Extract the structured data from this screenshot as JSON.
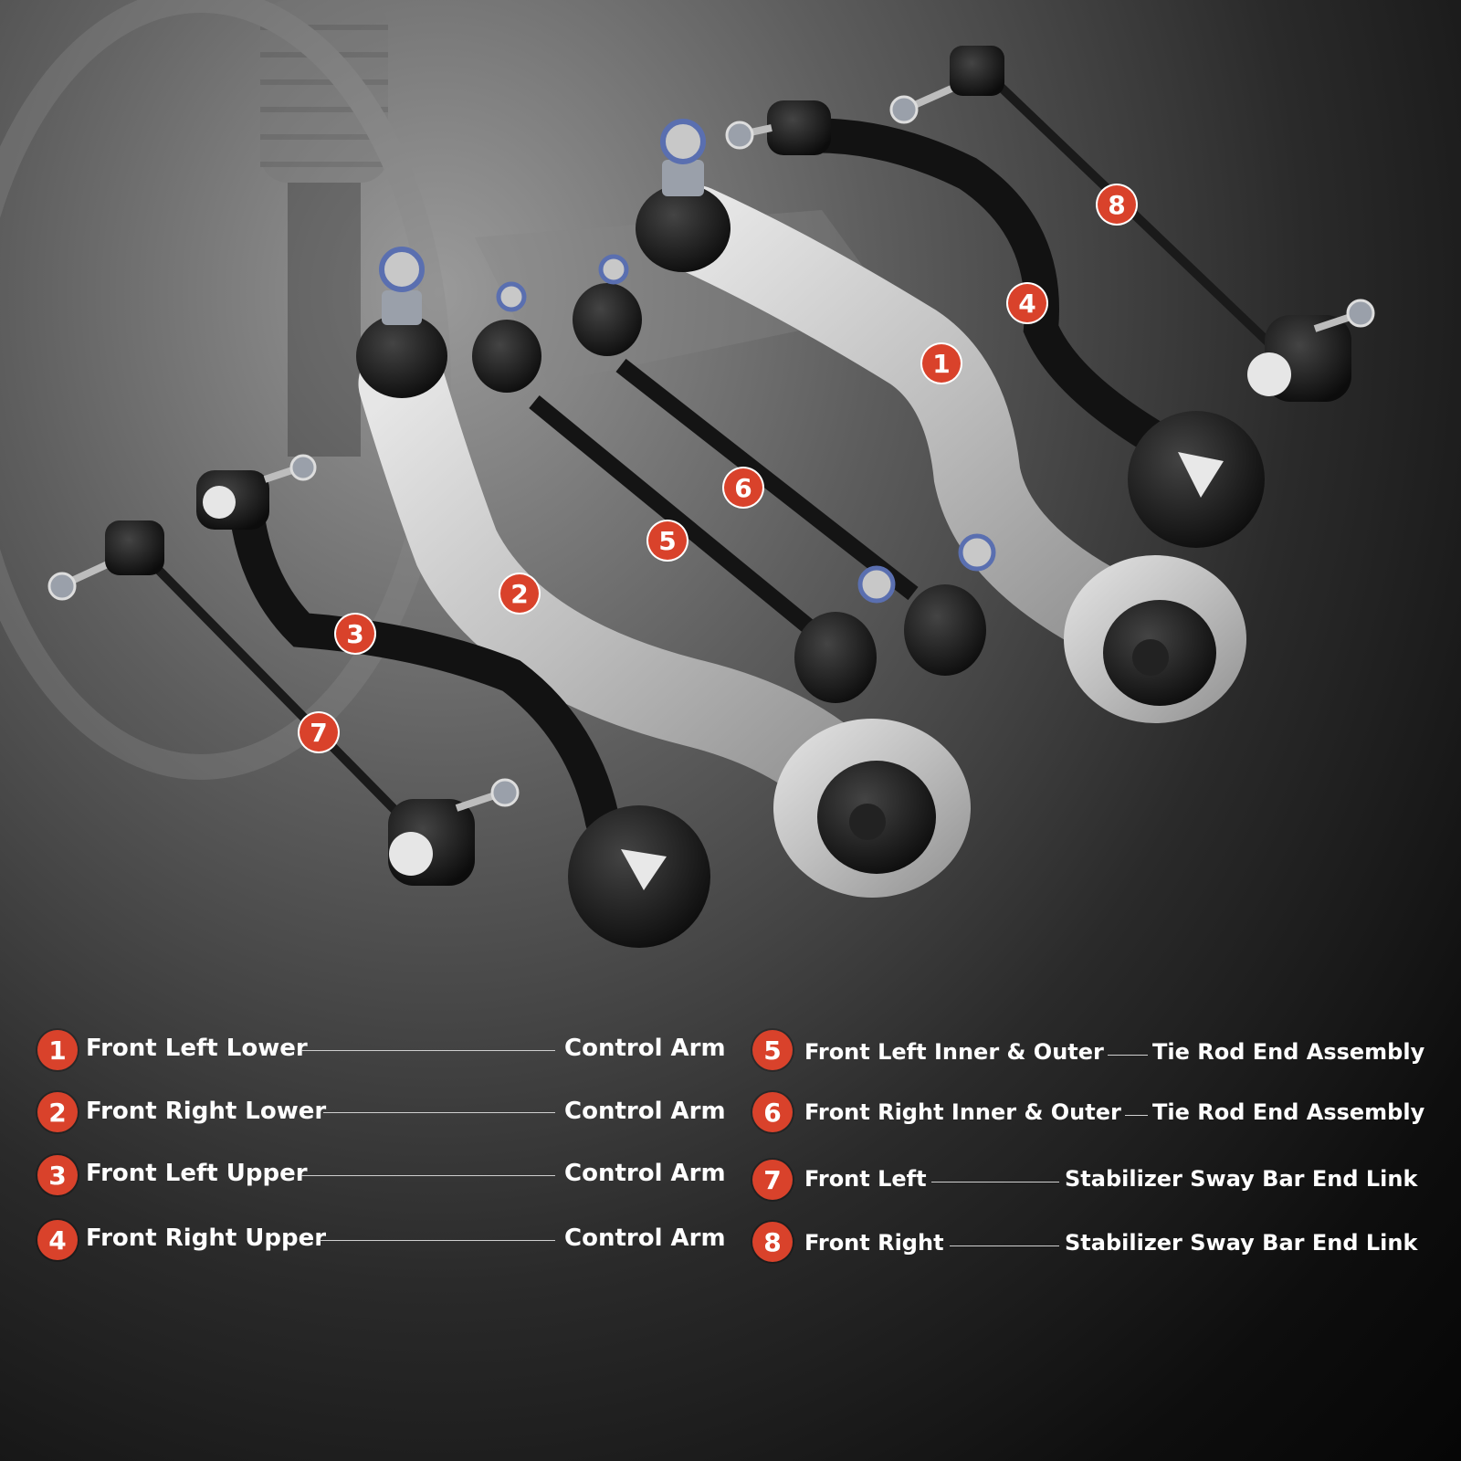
{
  "colors": {
    "accent": "#d9422b",
    "aluminum": "#c9c9c9",
    "black_part": "#151515",
    "text": "#ffffff"
  },
  "items": [
    {
      "number": "1",
      "name": "Front Left Lower",
      "type": "Control Arm"
    },
    {
      "number": "2",
      "name": "Front Right Lower",
      "type": "Control Arm"
    },
    {
      "number": "3",
      "name": "Front Left Upper",
      "type": "Control Arm"
    },
    {
      "number": "4",
      "name": "Front Right Upper",
      "type": "Control Arm"
    },
    {
      "number": "5",
      "name": "Front Left Inner & Outer",
      "type": "Tie Rod End Assembly"
    },
    {
      "number": "6",
      "name": "Front Right Inner & Outer",
      "type": "Tie Rod End Assembly"
    },
    {
      "number": "7",
      "name": "Front Left",
      "type": "Stabilizer Sway Bar End Link"
    },
    {
      "number": "8",
      "name": "Front Right",
      "type": "Stabilizer Sway Bar End Link"
    }
  ]
}
